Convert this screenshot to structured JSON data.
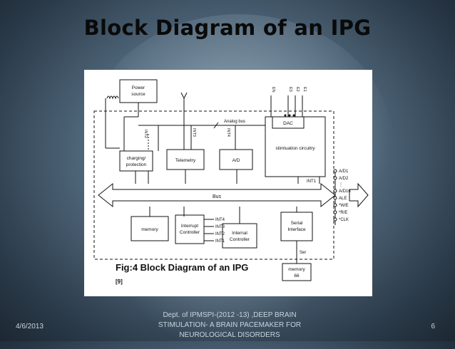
{
  "slide": {
    "title": "Block Diagram of an IPG",
    "date": "4/6/2013",
    "footer": "Dept. of IPMSPI-(2012 -13) ,DEEP BRAIN STIMULATION- A BRAIN PACEMAKER FOR NEUROLOGICAL DISORDERS",
    "page": "6"
  },
  "figure": {
    "caption": "Fig:4 Block Diagram of an IPG",
    "citation": "[9]",
    "blocks": {
      "power": [
        "Power",
        "source"
      ],
      "charging": [
        "charging/",
        "protection"
      ],
      "telemetry": "Telemetry",
      "ad": "A/D",
      "stim": "stimluation circuitry",
      "dac": "DAC",
      "memory": "memory",
      "interrupt": [
        "Interrupt",
        "Controller"
      ],
      "internal": [
        "Internal",
        "Controller"
      ],
      "serial": [
        "Serial",
        "Interface"
      ],
      "memory66": [
        "memory",
        "66"
      ]
    },
    "labels": {
      "analog_bus": "Analog bus",
      "bus": "Bus",
      "int1_stim": "INT1",
      "ser": "Ser",
      "int2": "INT2",
      "int3": "INT3",
      "int4": "INT4",
      "en": "EN",
      "e3": "E3",
      "e2": "E2",
      "e1": "E1"
    },
    "interrupt_lines": [
      "INT4",
      "INT3",
      "INT2",
      "INT1"
    ],
    "pins": [
      "A/D1",
      "A/D2",
      "⋮",
      "A/D16",
      "ALE",
      "*W/E",
      "*R/E",
      "*CLK"
    ]
  }
}
